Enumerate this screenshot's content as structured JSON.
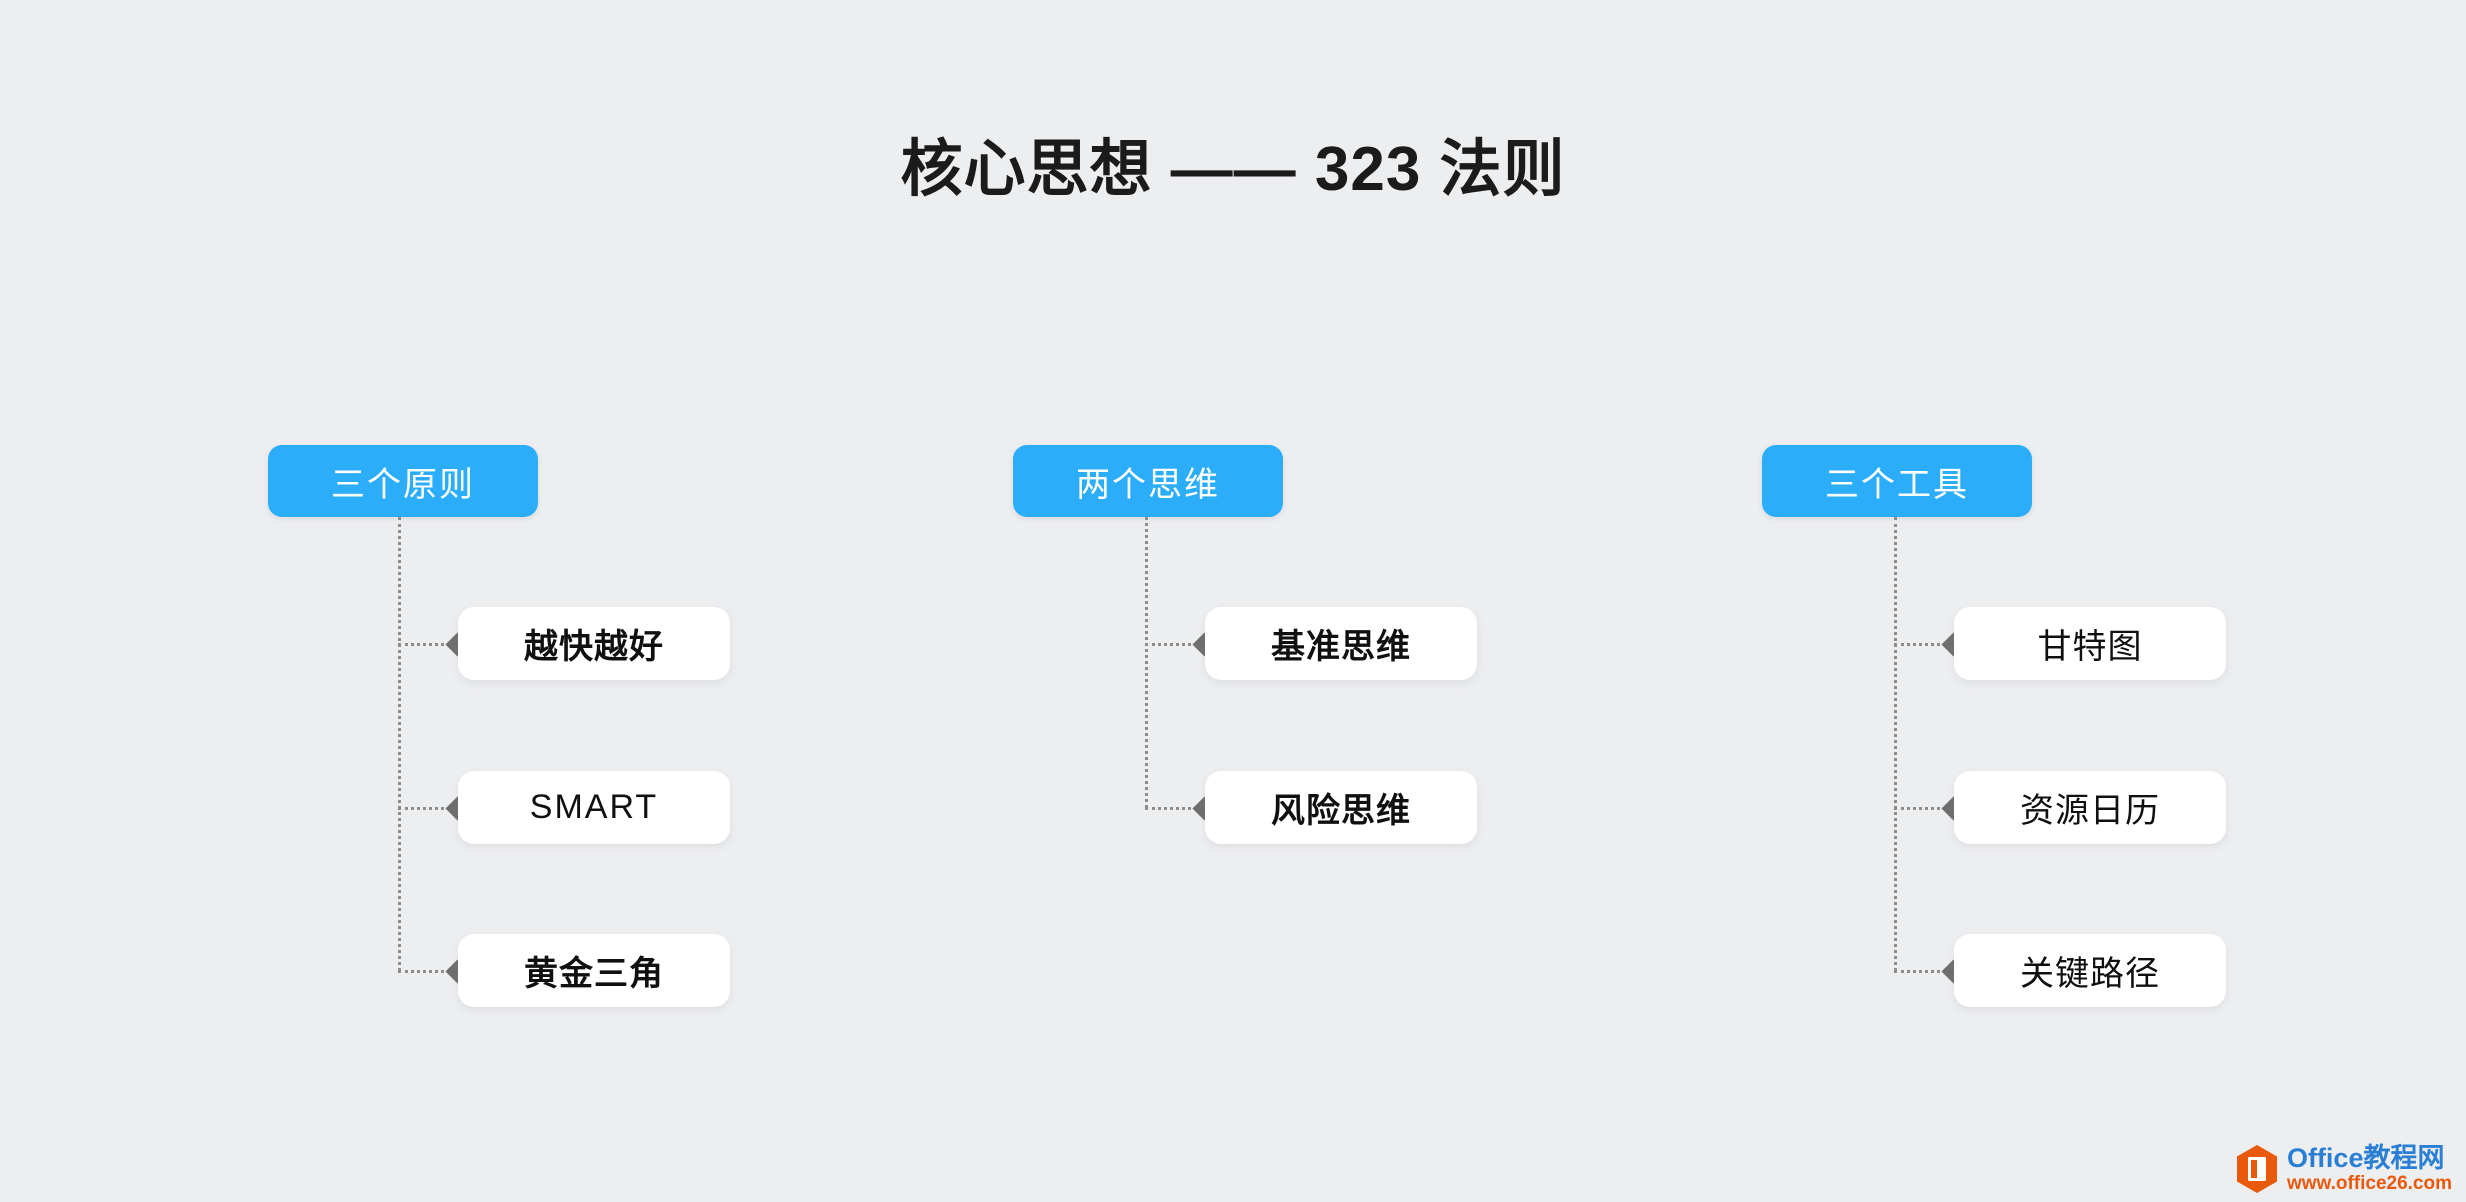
{
  "slide": {
    "title": "核心思想 —— 323 法则",
    "background_color": "#edeef0",
    "accent_color": "#2badf9",
    "node_color": "#ffffff",
    "connector_color": "#8d8d8d",
    "bullet_color": "#6e6e6e"
  },
  "branches": [
    {
      "header": "三个原则",
      "nodes": [
        {
          "label": "越快越好"
        },
        {
          "label": "SMART"
        },
        {
          "label": "黄金三角"
        }
      ]
    },
    {
      "header": "两个思维",
      "nodes": [
        {
          "label": "基准思维"
        },
        {
          "label": "风险思维"
        }
      ]
    },
    {
      "header": "三个工具",
      "nodes": [
        {
          "label": "甘特图"
        },
        {
          "label": "资源日历"
        },
        {
          "label": "关键路径"
        }
      ]
    }
  ],
  "watermark": {
    "icon": "office-hex-icon",
    "name": "Office教程网",
    "url": "www.office26.com",
    "name_color": "#2a7fd4",
    "url_color": "#e8590c",
    "hex_color": "#e8590c"
  }
}
